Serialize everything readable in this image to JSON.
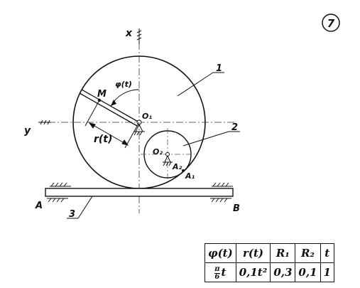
{
  "problem_number": "7",
  "labels": {
    "axis_x": "x",
    "axis_y": "y",
    "body_1": "1",
    "body_2": "2",
    "body_3": "3",
    "point_M": "M",
    "point_O1": "O₁",
    "point_O2": "O₂",
    "point_A1": "A₁",
    "point_A2": "A₂",
    "point_A": "A",
    "point_B": "B",
    "angle": "φ(t)",
    "distance": "r(t)"
  },
  "table": {
    "headers": [
      "φ(t)",
      "r(t)",
      "R₁",
      "R₂",
      "t"
    ],
    "row": {
      "phi_num": "π",
      "phi_den": "6",
      "phi_var": "t",
      "r": "0,1t²",
      "R1": "0,3",
      "R2": "0,1",
      "t": "1"
    }
  }
}
